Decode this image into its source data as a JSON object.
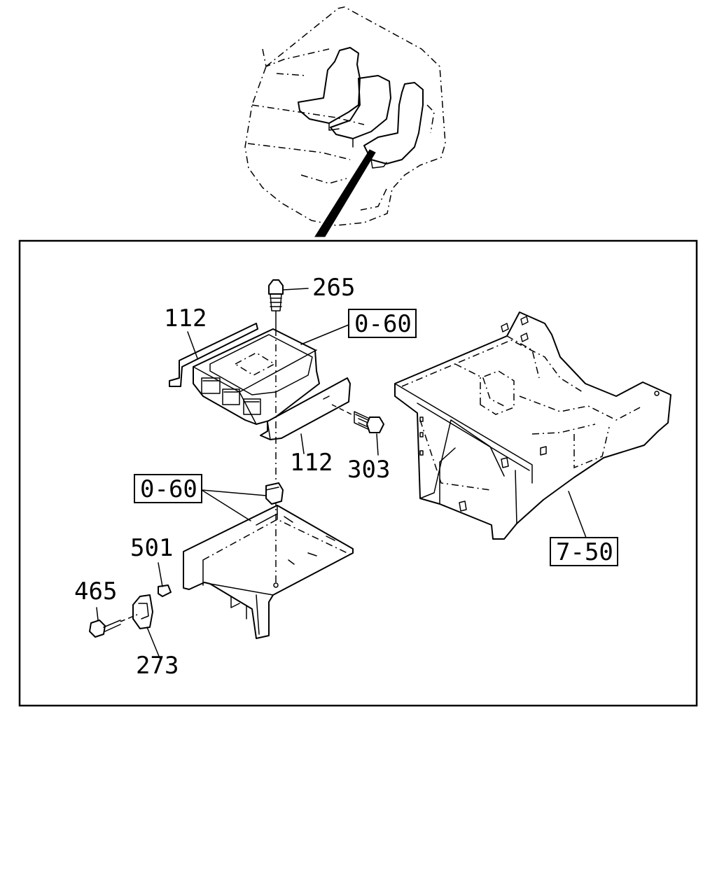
{
  "callouts": {
    "p265": "265",
    "p112_top": "112",
    "p112_bottom": "112",
    "p303": "303",
    "p501": "501",
    "p465": "465",
    "p273": "273"
  },
  "references": {
    "ref_0_60_upper": "0-60",
    "ref_0_60_lower": "0-60",
    "ref_7_50": "7-50"
  }
}
